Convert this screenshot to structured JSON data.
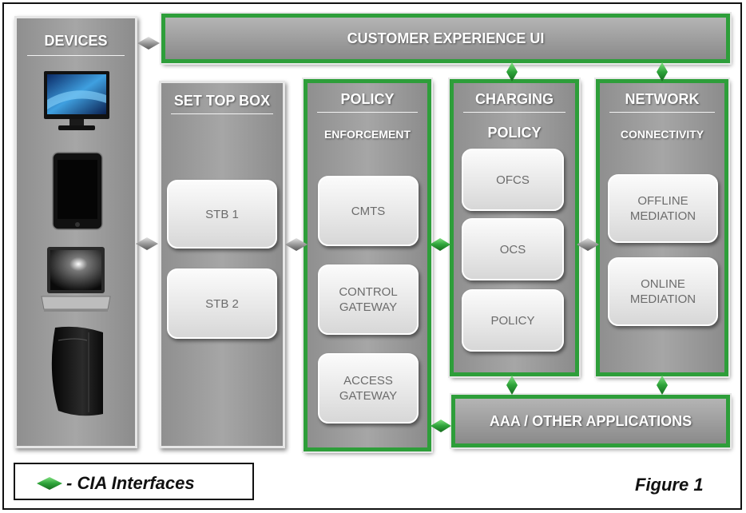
{
  "devices": {
    "title": "DEVICES",
    "items": [
      "tv-icon",
      "tablet-icon",
      "laptop-icon",
      "game-console-icon"
    ]
  },
  "customer_experience": {
    "label": "CUSTOMER EXPERIENCE UI"
  },
  "set_top_box": {
    "title": "SET TOP BOX",
    "nodes": [
      "STB 1",
      "STB 2"
    ]
  },
  "policy_enforcement": {
    "title": "POLICY",
    "subtitle": "ENFORCEMENT",
    "nodes": [
      "CMTS",
      "CONTROL GATEWAY",
      "ACCESS GATEWAY"
    ]
  },
  "charging_policy": {
    "title": "CHARGING",
    "subtitle": "POLICY",
    "nodes": [
      "OFCS",
      "OCS",
      "POLICY"
    ]
  },
  "network_connectivity": {
    "title": "NETWORK",
    "subtitle": "CONNECTIVITY",
    "nodes": [
      "OFFLINE MEDIATION",
      "ONLINE MEDIATION"
    ]
  },
  "aaa": {
    "label": "AAA / OTHER APPLICATIONS"
  },
  "legend": {
    "label": "- CIA Interfaces"
  },
  "figure_label": "Figure 1",
  "colors": {
    "cia_interface": "#2e9e3a",
    "generic_interface": "#8a8a8a",
    "panel": "#9a9a9a"
  }
}
